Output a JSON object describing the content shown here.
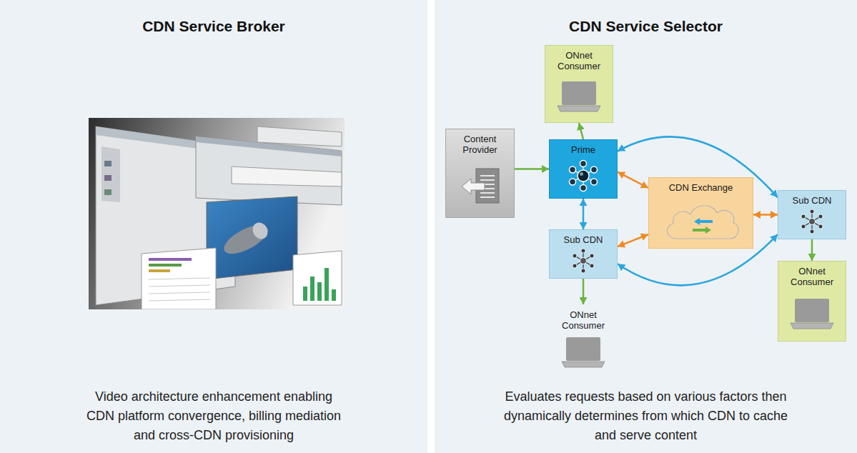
{
  "diagram": {
    "nodes": [
      {
        "text": [
          "CDN Service Broker",
          "Video architecture enhancement enabling CDN platform convergence, billing mediation and cross-CDN provisioning"
        ]
      },
      {
        "text": [
          "CDN Service Selector",
          "Evaluates requests based on various factors then dynamically determines from which CDN to cache and serve content"
        ]
      },
      {
        "text": [
          "ONnet Consumer"
        ],
        "in": 1
      },
      {
        "text": [
          "Content Provider"
        ],
        "in": 1
      },
      {
        "text": [
          "Prime"
        ],
        "in": 1
      },
      {
        "text": [
          "CDN Exchange"
        ],
        "in": 1
      },
      {
        "text": [
          "Sub CDN"
        ],
        "in": 1
      },
      {
        "text": [
          "Sub CDN"
        ],
        "in": 1
      },
      {
        "text": [
          "ONnet Consumer"
        ],
        "in": 1
      },
      {
        "text": [
          "ONnet Consumer"
        ],
        "in": 1
      }
    ],
    "edges": [
      {
        "from": 3,
        "to": 4,
        "arrow": "to"
      },
      {
        "from": 4,
        "to": 2,
        "arrow": "to"
      },
      {
        "from": 4,
        "to": 7,
        "arrow": "both"
      },
      {
        "from": 4,
        "to": 5,
        "arrow": "both"
      },
      {
        "from": 4,
        "to": 6,
        "arrow": "both"
      },
      {
        "from": 7,
        "to": 5,
        "arrow": "both"
      },
      {
        "from": 5,
        "to": 6,
        "arrow": "both"
      },
      {
        "from": 7,
        "to": 6,
        "arrow": "both"
      },
      {
        "from": 7,
        "to": 9,
        "arrow": "to"
      },
      {
        "from": 6,
        "to": 8,
        "arrow": "to"
      }
    ]
  }
}
